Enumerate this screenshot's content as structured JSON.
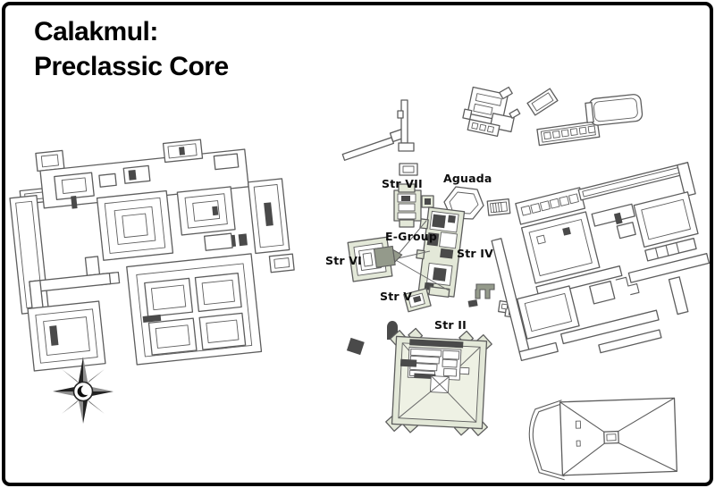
{
  "title": {
    "line1": "Calakmul:",
    "line2": "Preclassic Core"
  },
  "labels": {
    "str_vii": "Str VII",
    "aguada": "Aguada",
    "e_group": "E-Group",
    "str_vi": "Str VI",
    "str_iv": "Str IV",
    "str_v": "Str V",
    "str_ii": "Str II"
  },
  "icons": {
    "compass_rose": "eight-point-star-with-crescent-moon"
  },
  "colors": {
    "ink": "#000000",
    "paper": "#ffffff",
    "outline": "#5d5d5d",
    "sage": "#e3e8d8",
    "sage_light": "#eef1e4",
    "dark": "#4a4a4a",
    "mid": "#949a8b"
  }
}
